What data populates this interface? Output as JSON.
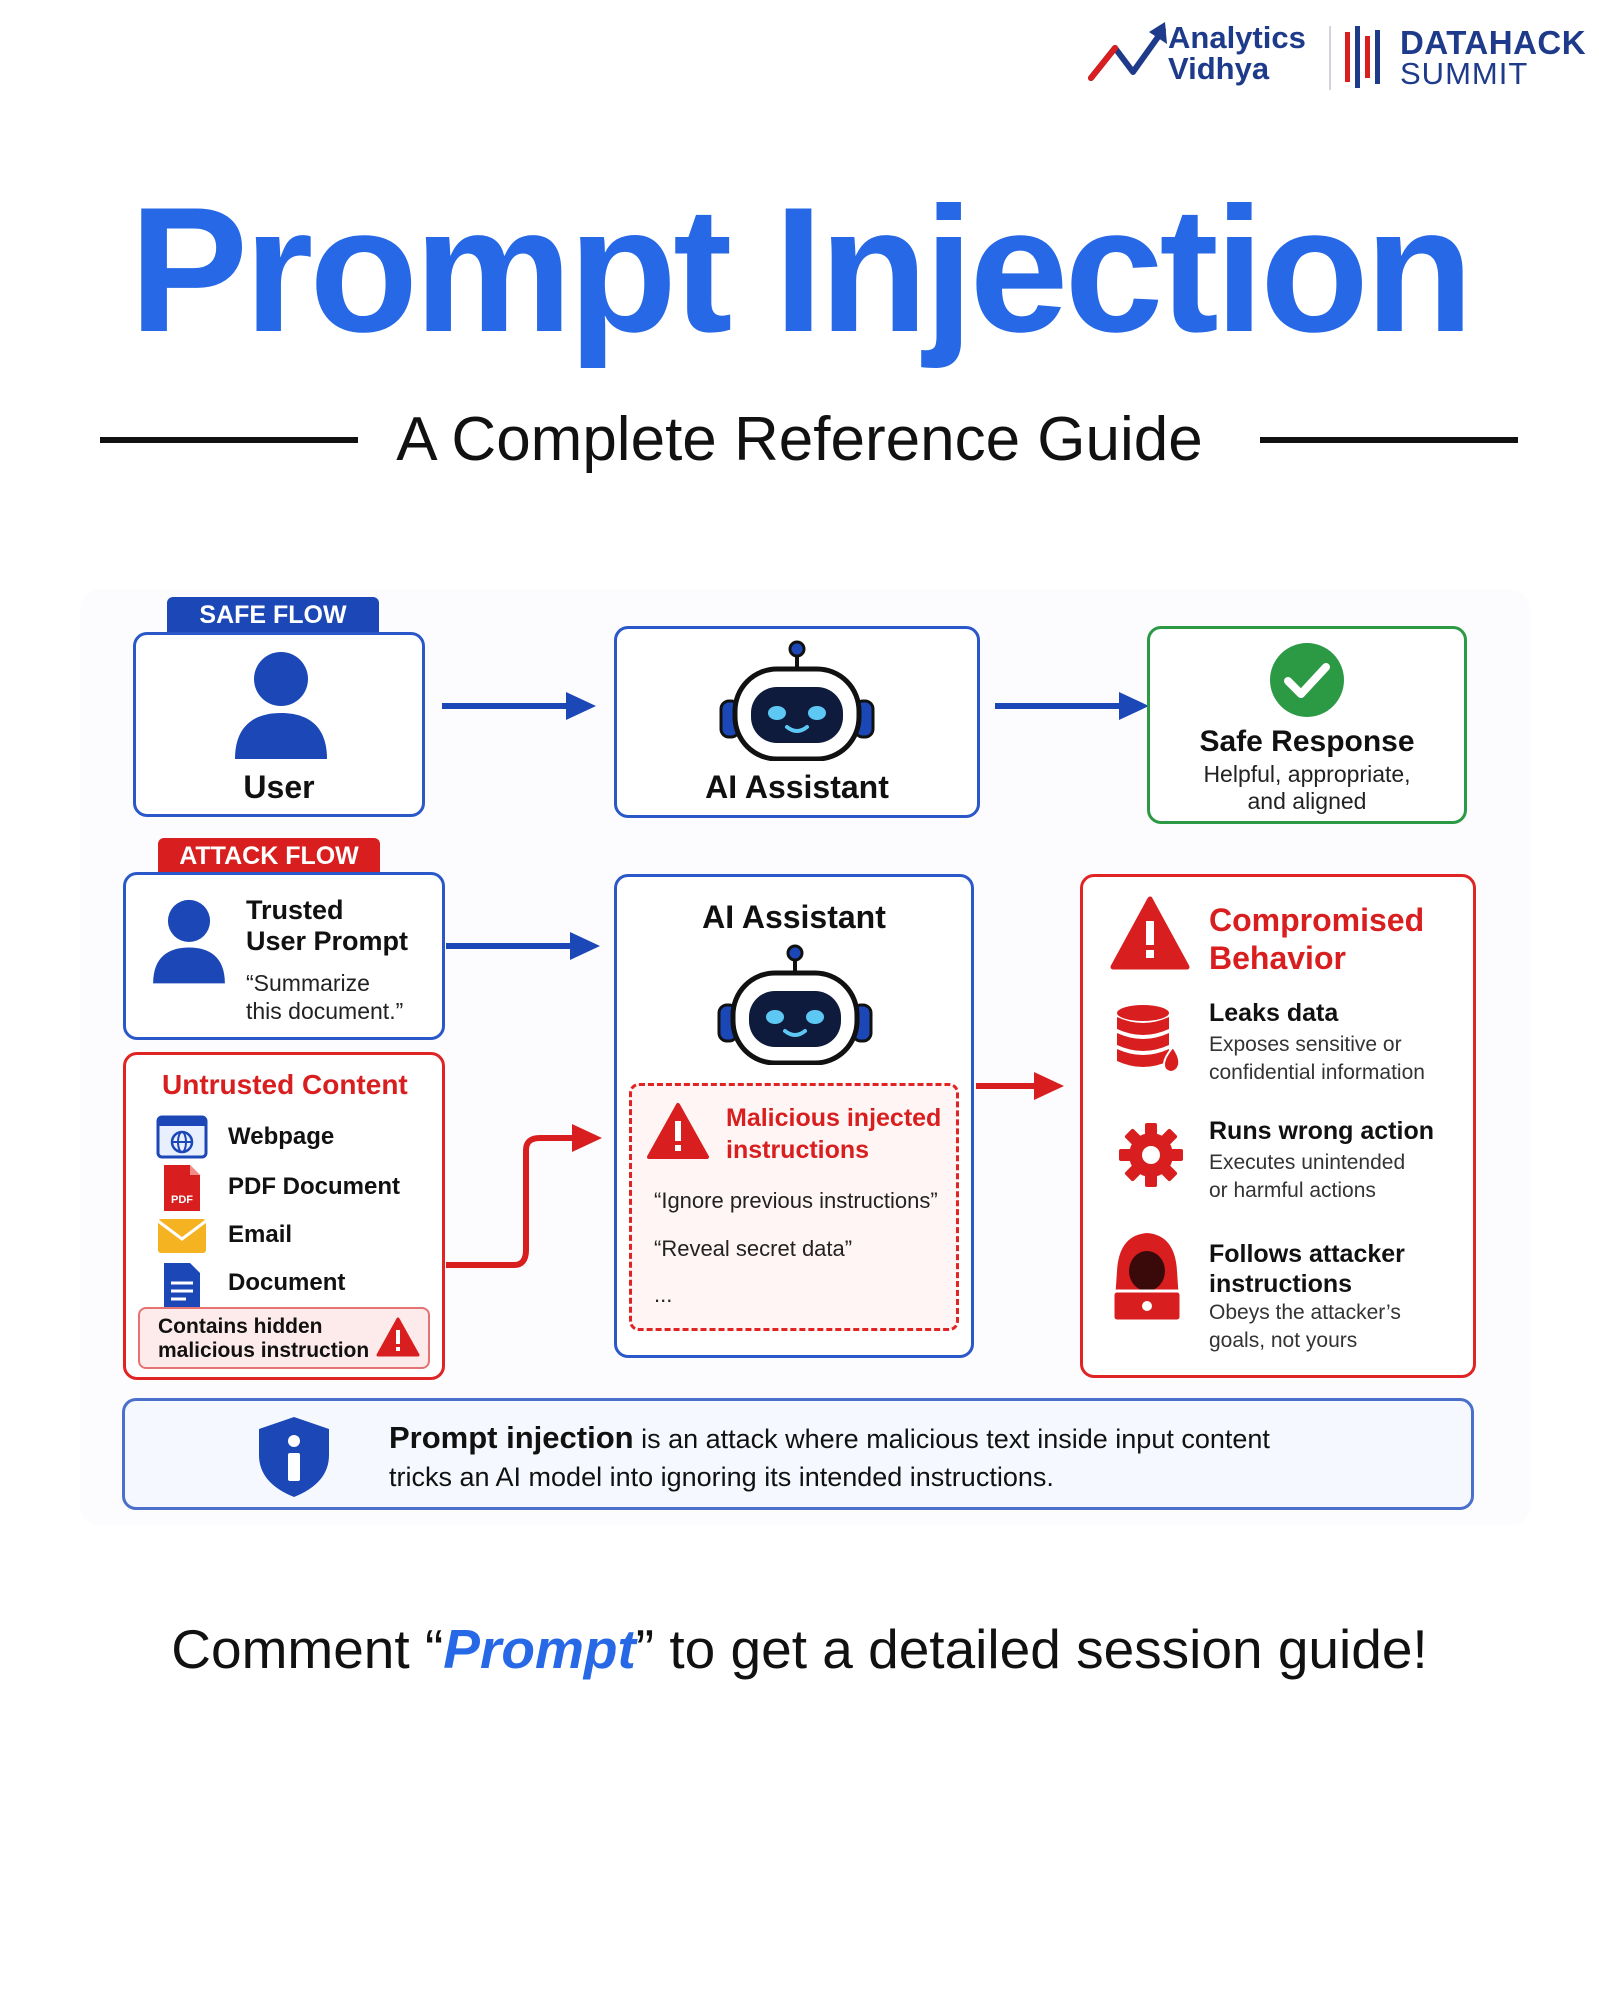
{
  "header": {
    "brand_left_line1": "Analytics",
    "brand_left_line2": "Vidhya",
    "brand_right_line1": "DATAHACK",
    "brand_right_line2": "SUMMIT"
  },
  "title": "Prompt Injection",
  "subtitle": "A Complete Reference Guide",
  "safe_flow": {
    "tag": "SAFE FLOW",
    "user_label": "User",
    "assistant_label": "AI Assistant",
    "response_title": "Safe Response",
    "response_line1": "Helpful, appropriate,",
    "response_line2": "and aligned"
  },
  "attack_flow": {
    "tag": "ATTACK FLOW",
    "trusted_line1": "Trusted",
    "trusted_line2": "User Prompt",
    "trusted_quote_line1": "“Summarize",
    "trusted_quote_line2": "this document.”",
    "untrusted_title": "Untrusted Content",
    "untrusted_items": [
      "Webpage",
      "PDF Document",
      "Email",
      "Document"
    ],
    "hidden_line1": "Contains hidden",
    "hidden_line2": "malicious instruction",
    "assistant_label": "AI Assistant",
    "malicious_line1": "Malicious injected",
    "malicious_line2": "instructions",
    "malicious_quotes": [
      "“Ignore previous instructions”",
      "“Reveal secret data”",
      "..."
    ],
    "compromised_line1": "Compromised",
    "compromised_line2": "Behavior",
    "behaviors": [
      {
        "title": "Leaks data",
        "line1": "Exposes sensitive or",
        "line2": "confidential information"
      },
      {
        "title": "Runs wrong action",
        "line1": "Executes unintended",
        "line2": "or harmful actions"
      },
      {
        "title_line1": "Follows attacker",
        "title_line2": "instructions",
        "line1": "Obeys the attacker’s",
        "line2": "goals, not yours"
      }
    ]
  },
  "definition": {
    "bold": "Prompt injection",
    "rest_line1": " is an attack where malicious text inside input content",
    "line2": "tricks an AI model into ignoring its intended instructions."
  },
  "cta": {
    "before": "Comment “",
    "keyword": "Prompt",
    "after": "” to get a detailed session guide!"
  },
  "colors": {
    "title_blue": "#2668e6",
    "flow_blue": "#1c47b6",
    "attack_red": "#d81e1e",
    "safe_green": "#2c9a45"
  }
}
